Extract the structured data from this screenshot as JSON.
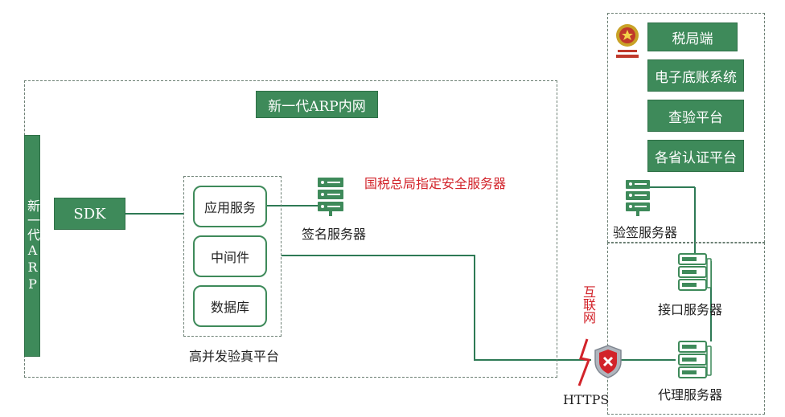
{
  "intranet": {
    "title": "新一代ARP内网",
    "side_label": "新一代ARP",
    "sdk_label": "SDK",
    "platform_label": "高并发验真平台",
    "modules": [
      "应用服务",
      "中间件",
      "数据库"
    ],
    "sign_server_label": "签名服务器",
    "security_note": "国税总局指定安全服务器"
  },
  "tax_bureau": {
    "items": [
      "税局端",
      "电子底账系统",
      "查验平台",
      "各省认证平台"
    ],
    "verify_server_label": "验签服务器",
    "interface_server_label": "接口服务器",
    "proxy_server_label": "代理服务器"
  },
  "network": {
    "internet_label": "互联网",
    "protocol_label": "HTTPS"
  },
  "colors": {
    "primary_green": "#3e8a5a",
    "line_green": "#2e7a55",
    "note_red": "#d2232a"
  },
  "icons": [
    "server-icon",
    "firewall-shield-icon",
    "lightning-icon",
    "tax-emblem-icon"
  ]
}
